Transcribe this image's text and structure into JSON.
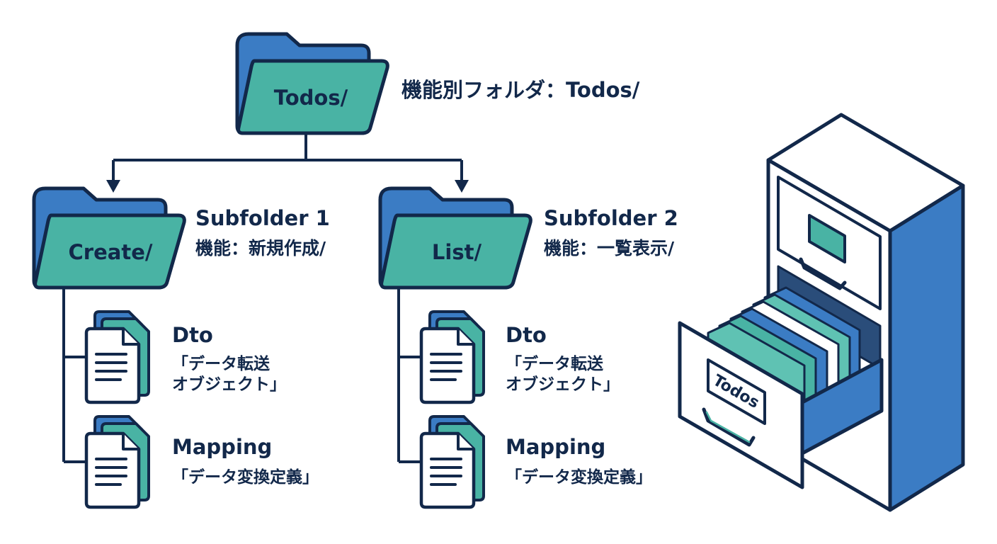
{
  "root": {
    "folder_label": "Todos/",
    "caption": "機能別フォルダ：Todos/"
  },
  "subfolders": [
    {
      "folder_label": "Create/",
      "title": "Subfolder 1",
      "desc": "機能：新規作成/",
      "files": [
        {
          "name": "Dto",
          "desc": "「データ転送\nオブジェクト」"
        },
        {
          "name": "Mapping",
          "desc": "「データ変換定義」"
        }
      ]
    },
    {
      "folder_label": "List/",
      "title": "Subfolder 2",
      "desc": "機能：一覧表示/",
      "files": [
        {
          "name": "Dto",
          "desc": "「データ転送\nオブジェクト」"
        },
        {
          "name": "Mapping",
          "desc": "「データ変換定義」"
        }
      ]
    }
  ],
  "cabinet": {
    "drawer_label": "Todos"
  },
  "colors": {
    "navy": "#12284a",
    "blue": "#3b7cc4",
    "teal": "#49b3a4",
    "teal_light": "#5fc2b3",
    "white": "#ffffff"
  }
}
